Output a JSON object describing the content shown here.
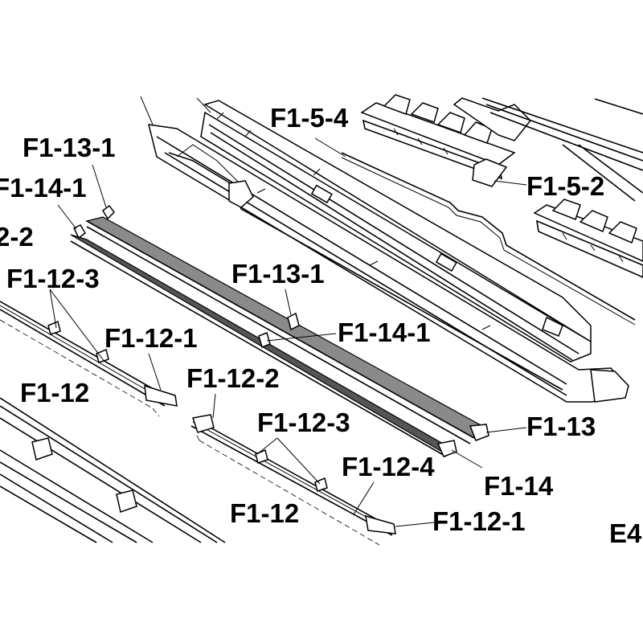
{
  "callouts": {
    "f1_5_4": "F1-5-4",
    "f1_5_2": "F1-5-2",
    "f1_13_1_top": "F1-13-1",
    "f1_14_1_top": "F1-14-1",
    "f1_12_2_left": "2-2",
    "f1_12_3_left": "F1-12-3",
    "f1_13_1_mid": "F1-13-1",
    "f1_14_1_mid": "F1-14-1",
    "f1_12_1_left": "F1-12-1",
    "f1_12_2_mid": "F1-12-2",
    "f1_12_left": "F1-12",
    "f1_12_3_mid": "F1-12-3",
    "f1_13": "F1-13",
    "f1_12_4": "F1-12-4",
    "f1_14": "F1-14",
    "f1_12_bottom": "F1-12",
    "f1_12_1_bottom": "F1-12-1",
    "page_code": "E4"
  }
}
